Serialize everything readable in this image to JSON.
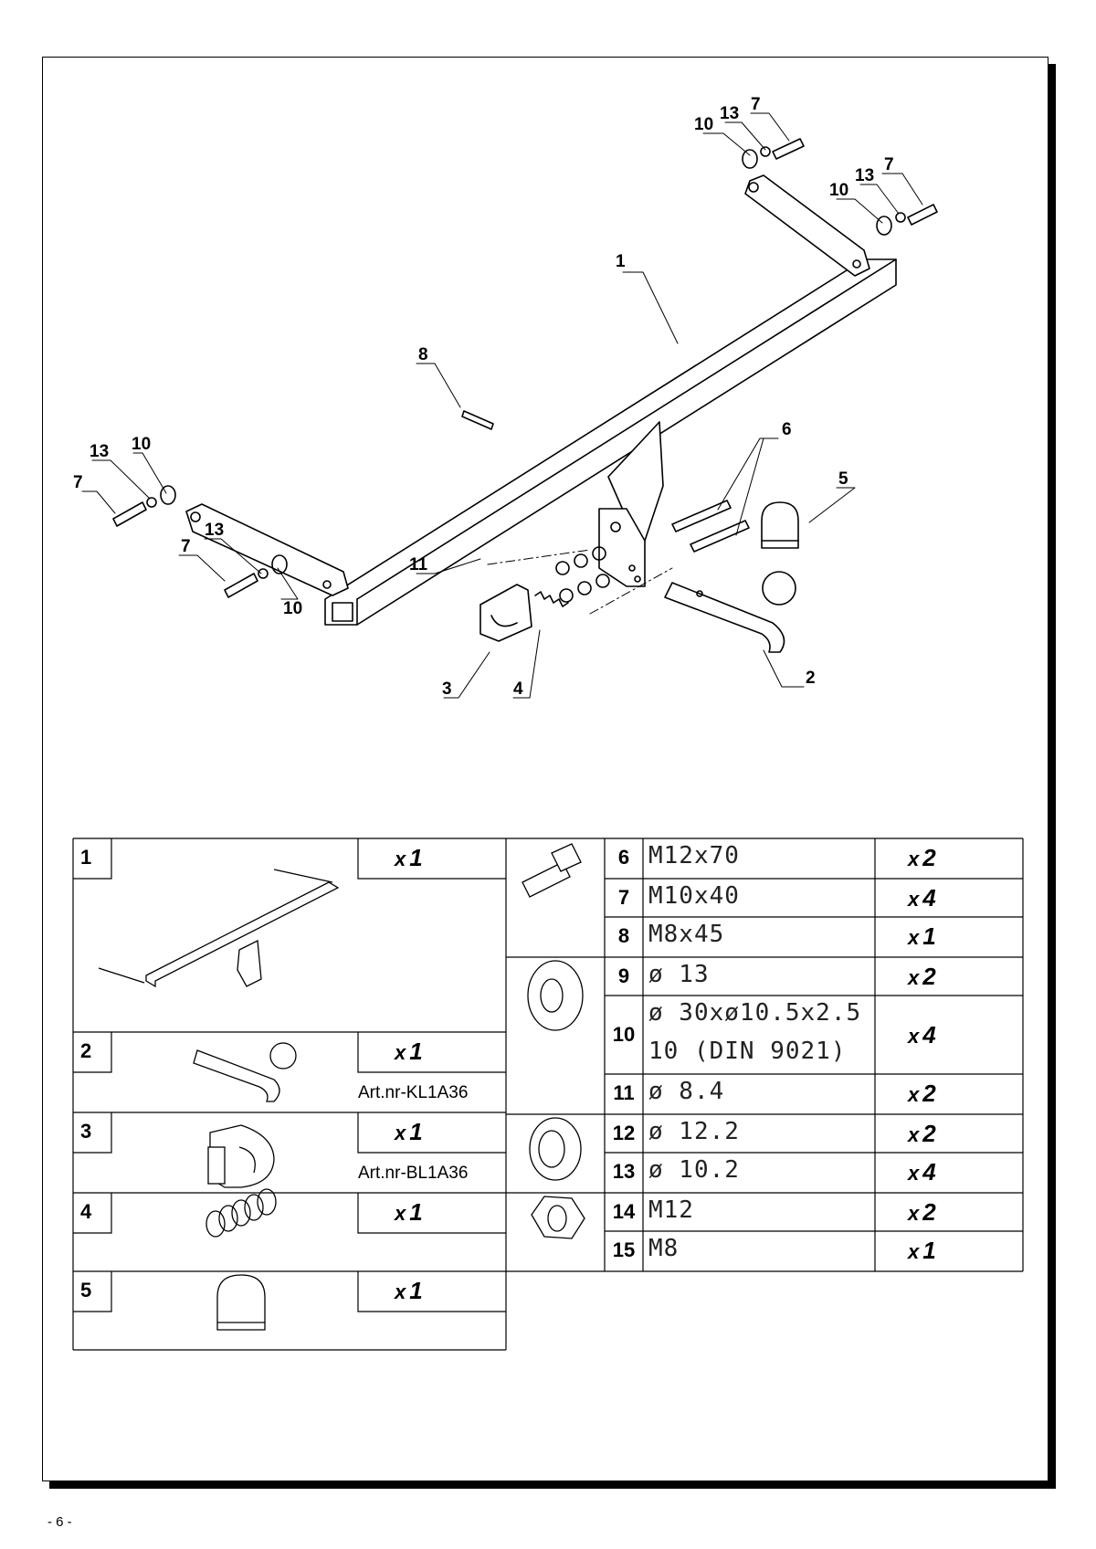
{
  "page_number": "- 6 -",
  "callouts": [
    {
      "label": "1"
    },
    {
      "label": "2"
    },
    {
      "label": "3"
    },
    {
      "label": "4"
    },
    {
      "label": "5"
    },
    {
      "label": "6"
    },
    {
      "label": "7"
    },
    {
      "label": "7"
    },
    {
      "label": "7"
    },
    {
      "label": "7"
    },
    {
      "label": "8"
    },
    {
      "label": "10"
    },
    {
      "label": "10"
    },
    {
      "label": "10"
    },
    {
      "label": "10"
    },
    {
      "label": "11"
    },
    {
      "label": "13"
    },
    {
      "label": "13"
    },
    {
      "label": "13"
    },
    {
      "label": "13"
    }
  ],
  "left_parts": [
    {
      "num": "1",
      "qty_x": "x",
      "qty_n": "1",
      "art": ""
    },
    {
      "num": "2",
      "qty_x": "x",
      "qty_n": "1",
      "art": "Art.nr-KL1A36"
    },
    {
      "num": "3",
      "qty_x": "x",
      "qty_n": "1",
      "art": "Art.nr-BL1A36"
    },
    {
      "num": "4",
      "qty_x": "x",
      "qty_n": "1",
      "art": ""
    },
    {
      "num": "5",
      "qty_x": "x",
      "qty_n": "1",
      "art": ""
    }
  ],
  "right_parts": [
    {
      "num": "6",
      "spec": "M12x70",
      "qty_x": "x",
      "qty_n": "2"
    },
    {
      "num": "7",
      "spec": "M10x40",
      "qty_x": "x",
      "qty_n": "4"
    },
    {
      "num": "8",
      "spec": "M8x45",
      "qty_x": "x",
      "qty_n": "1"
    },
    {
      "num": "9",
      "spec": "ø 13",
      "qty_x": "x",
      "qty_n": "2"
    },
    {
      "num": "10",
      "spec": "ø 30xø10.5x2.5",
      "spec2": "10  (DIN 9021)",
      "qty_x": "x",
      "qty_n": "4"
    },
    {
      "num": "11",
      "spec": "ø 8.4",
      "qty_x": "x",
      "qty_n": "2"
    },
    {
      "num": "12",
      "spec": "ø 12.2",
      "qty_x": "x",
      "qty_n": "2"
    },
    {
      "num": "13",
      "spec": "ø 10.2",
      "qty_x": "x",
      "qty_n": "4"
    },
    {
      "num": "14",
      "spec": "M12",
      "qty_x": "x",
      "qty_n": "2"
    },
    {
      "num": "15",
      "spec": "M8",
      "qty_x": "x",
      "qty_n": "1"
    }
  ]
}
